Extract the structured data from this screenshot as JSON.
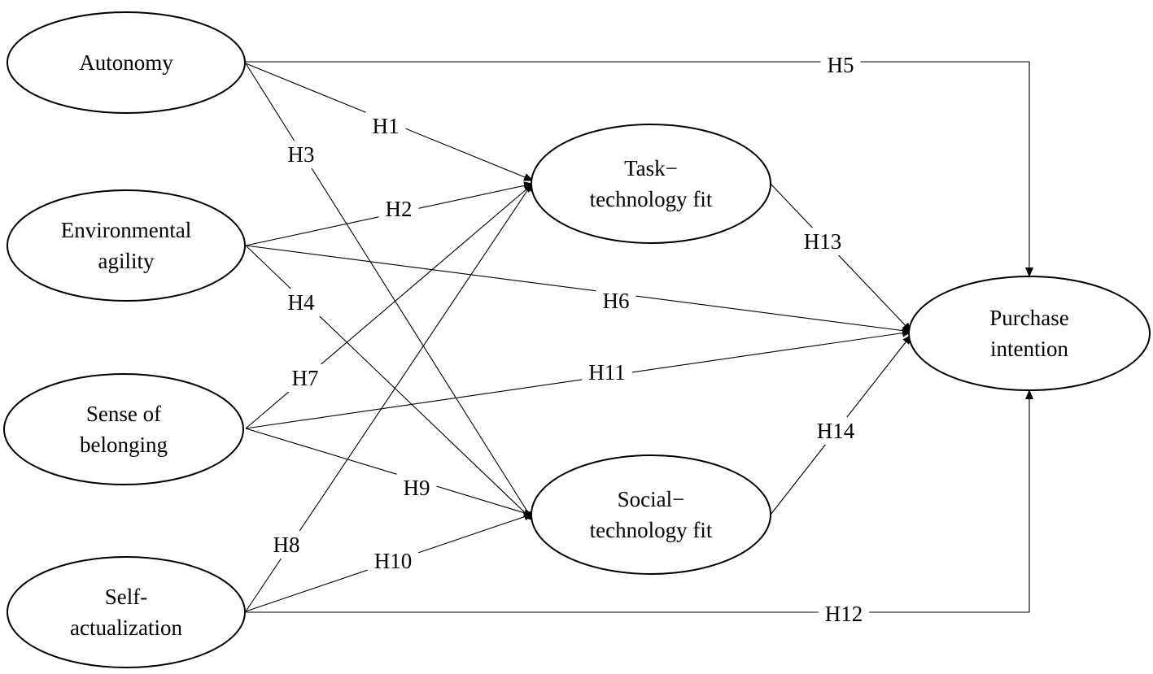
{
  "diagram": {
    "nodes": [
      {
        "id": "autonomy",
        "lines": [
          "Autonomy"
        ]
      },
      {
        "id": "agility",
        "lines": [
          "Environmental",
          "agility"
        ]
      },
      {
        "id": "belonging",
        "lines": [
          "Sense of",
          "belonging"
        ]
      },
      {
        "id": "selfact",
        "lines": [
          "Self-",
          "actualization"
        ]
      },
      {
        "id": "ttf",
        "lines": [
          "Task−",
          "technology fit"
        ]
      },
      {
        "id": "stf",
        "lines": [
          "Social−",
          "technology fit"
        ]
      },
      {
        "id": "pi",
        "lines": [
          "Purchase",
          "intention"
        ]
      }
    ],
    "hypotheses": [
      {
        "id": "H1",
        "label": "H1",
        "from": "autonomy",
        "to": "ttf"
      },
      {
        "id": "H2",
        "label": "H2",
        "from": "agility",
        "to": "ttf"
      },
      {
        "id": "H3",
        "label": "H3",
        "from": "autonomy",
        "to": "stf"
      },
      {
        "id": "H4",
        "label": "H4",
        "from": "agility",
        "to": "stf"
      },
      {
        "id": "H5",
        "label": "H5",
        "from": "autonomy",
        "to": "pi"
      },
      {
        "id": "H6",
        "label": "H6",
        "from": "agility",
        "to": "pi"
      },
      {
        "id": "H7",
        "label": "H7",
        "from": "belonging",
        "to": "ttf"
      },
      {
        "id": "H8",
        "label": "H8",
        "from": "selfact",
        "to": "ttf"
      },
      {
        "id": "H9",
        "label": "H9",
        "from": "belonging",
        "to": "stf"
      },
      {
        "id": "H10",
        "label": "H10",
        "from": "selfact",
        "to": "stf"
      },
      {
        "id": "H11",
        "label": "H11",
        "from": "belonging",
        "to": "pi"
      },
      {
        "id": "H12",
        "label": "H12",
        "from": "selfact",
        "to": "pi"
      },
      {
        "id": "H13",
        "label": "H13",
        "from": "ttf",
        "to": "pi"
      },
      {
        "id": "H14",
        "label": "H14",
        "from": "stf",
        "to": "pi"
      }
    ]
  }
}
